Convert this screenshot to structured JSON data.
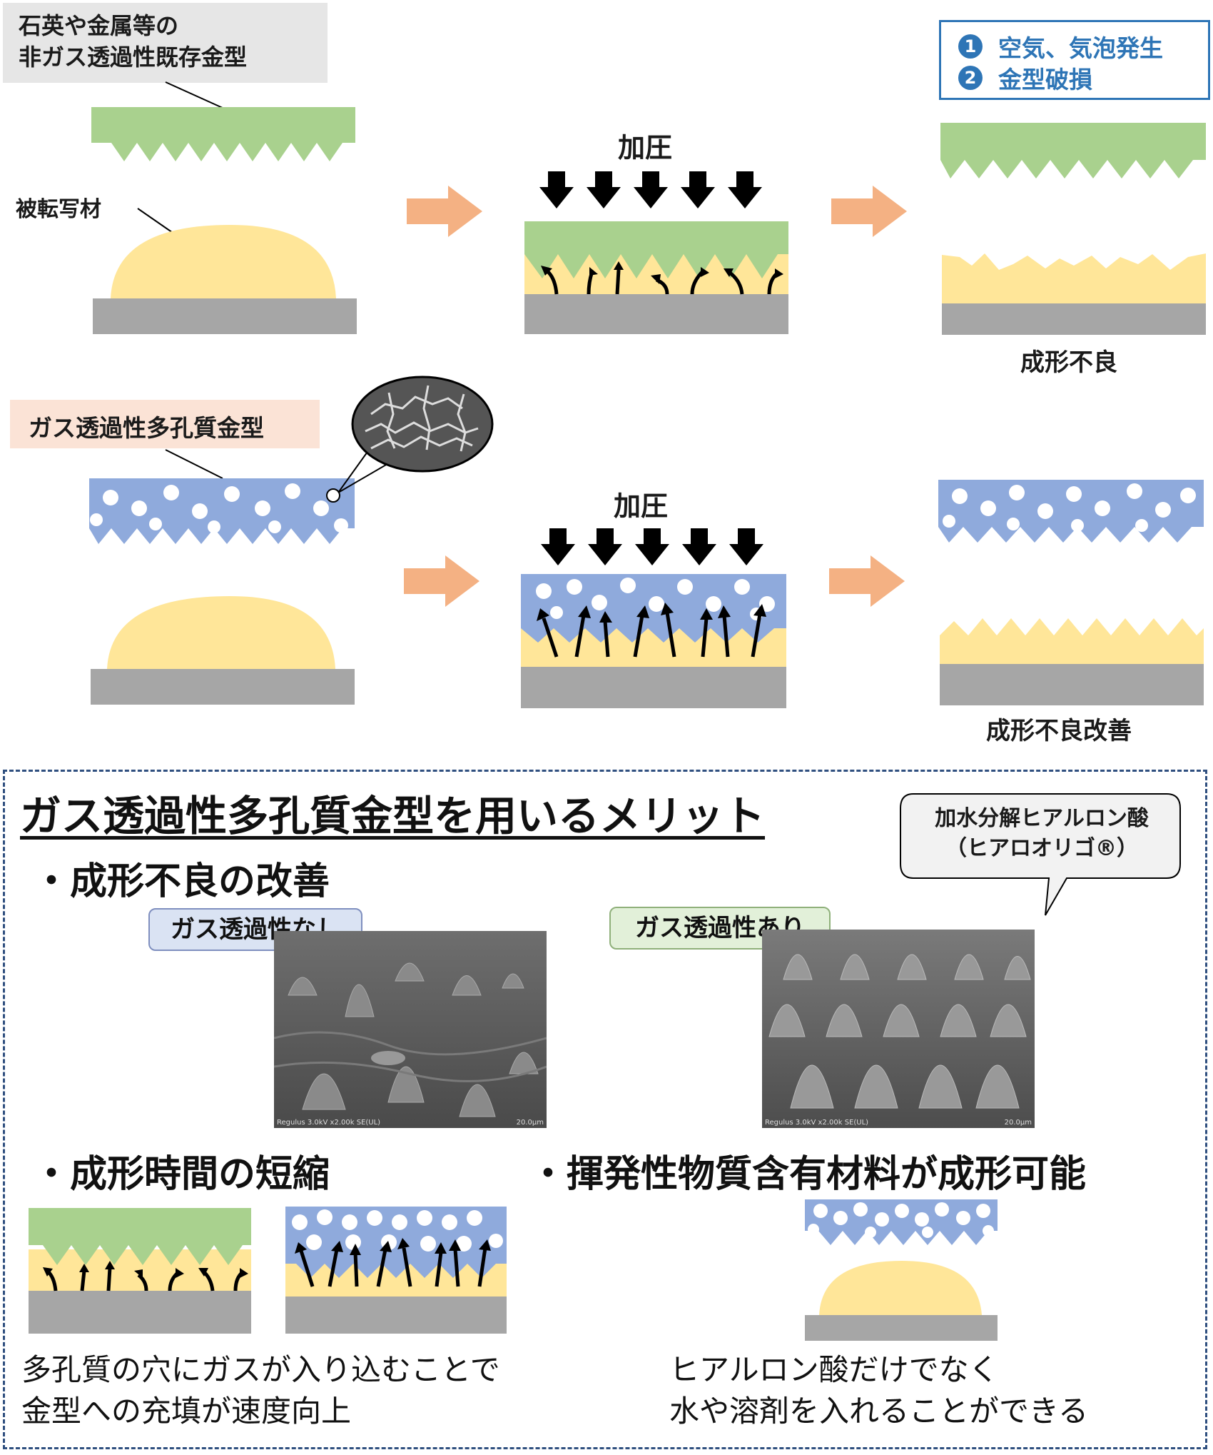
{
  "top": {
    "nonporous_mold_label": [
      "石英や金属等の",
      "非ガス透過性既存金型"
    ],
    "transfer_material_label": "被転写材",
    "pressure_label_1": "加圧",
    "legend": [
      {
        "num": "❶",
        "text": "空気、気泡発生"
      },
      {
        "num": "❷",
        "text": "金型破損"
      }
    ],
    "result_bad": "成形不良"
  },
  "middle": {
    "porous_mold_label": "ガス透過性多孔質金型",
    "pressure_label_2": "加圧",
    "result_improved": "成形不良改善"
  },
  "benefits": {
    "title": "ガス透過性多孔質金型を用いるメリット",
    "item1": "・成形不良の改善",
    "callout": [
      "加水分解ヒアルロン酸",
      "（ヒアロオリゴ®）"
    ],
    "tag_without": "ガス透過性なし",
    "tag_with": "ガス透過性あり",
    "sem_caption_left": "Regulus 3.0kV x2.00k SE(UL)",
    "sem_caption_right": "20.0μm",
    "item2": "・成形時間の短縮",
    "item3": "・揮発性物質含有材料が成形可能",
    "desc_left": [
      "多孔質の穴にガスが入り込むことで",
      "金型への充填が速度向上"
    ],
    "desc_right": [
      "ヒアルロン酸だけでなく",
      "水や溶剤を入れることができる"
    ]
  },
  "colors": {
    "green_mold": "#a9d18e",
    "blue_porous": "#8faadc",
    "yellow_material": "#ffe699",
    "gray_base": "#a6a6a6",
    "orange_arrow": "#f4b183",
    "legend_blue": "#2e75b6"
  }
}
